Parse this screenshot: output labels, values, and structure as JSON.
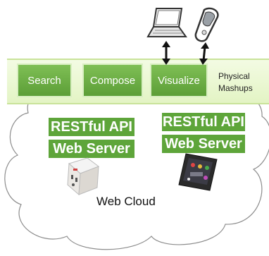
{
  "toolbar": {
    "search_label": "Search",
    "compose_label": "Compose",
    "visualize_label": "Visualize",
    "side_label_line1": "Physical",
    "side_label_line2": "Mashups"
  },
  "devices": {
    "left": {
      "api_label": "RESTful API",
      "server_label": "Web Server"
    },
    "right": {
      "api_label": "RESTful API",
      "server_label": "Web Server"
    }
  },
  "cloud": {
    "label": "Web Cloud"
  },
  "colors": {
    "accent_green": "#5ea53a",
    "band_green": "#e3f4c4"
  },
  "icons": [
    "laptop-icon",
    "phone-icon",
    "smart-plug-icon",
    "sensor-board-icon",
    "double-arrow-icon"
  ]
}
